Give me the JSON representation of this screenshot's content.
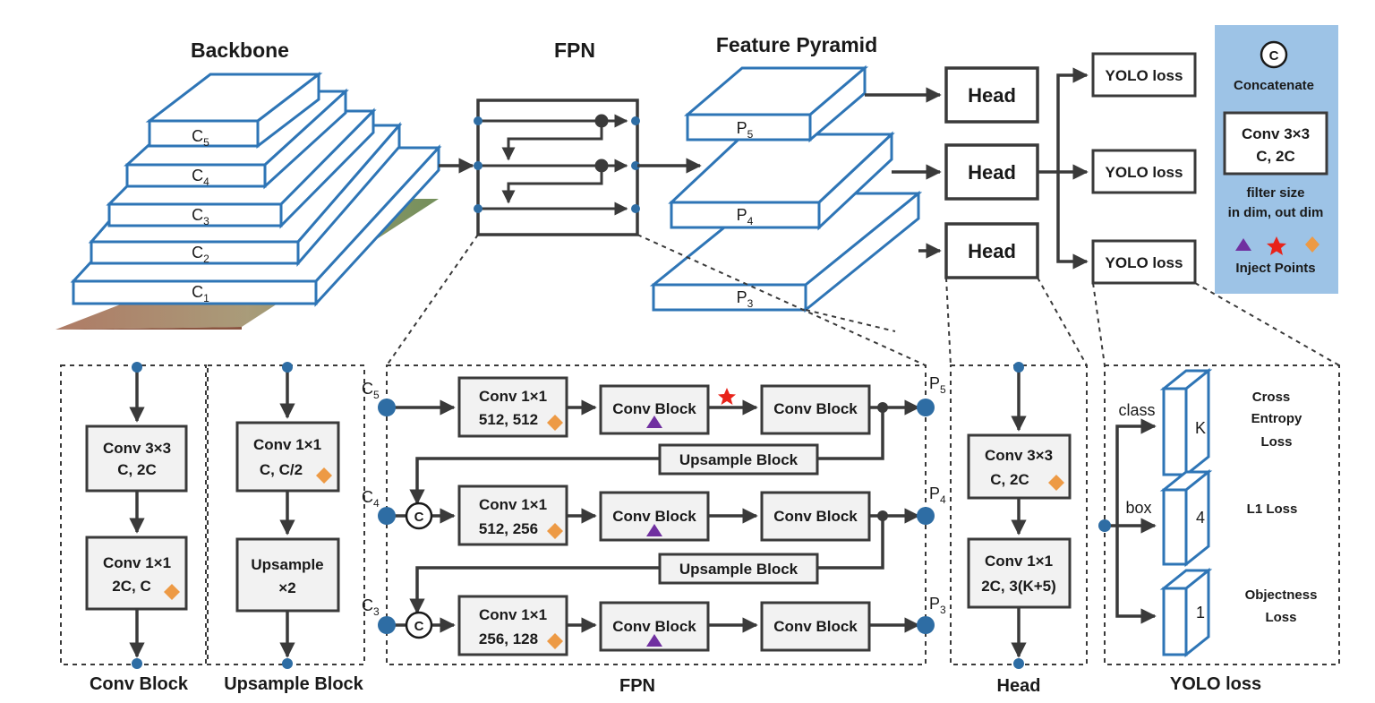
{
  "titles": {
    "backbone": "Backbone",
    "fpn": "FPN",
    "pyramid": "Feature Pyramid"
  },
  "backbone_levels": [
    "C",
    "C",
    "C",
    "C",
    "C"
  ],
  "backbone_subs": [
    "5",
    "4",
    "3",
    "2",
    "1"
  ],
  "pyramid_levels": [
    "P",
    "P",
    "P"
  ],
  "pyramid_subs": [
    "5",
    "4",
    "3"
  ],
  "heads": [
    "Head",
    "Head",
    "Head"
  ],
  "losses": [
    "YOLO loss",
    "YOLO loss",
    "YOLO loss"
  ],
  "legend": {
    "concat_symbol": "C",
    "concat_label": "Concatenate",
    "conv_line1": "Conv 3×3",
    "conv_line2": "C, 2C",
    "desc_line1": "filter size",
    "desc_line2": "in dim, out dim",
    "inject_label": "Inject Points",
    "bg_color": "#9dc3e6"
  },
  "conv_block_panel": {
    "b1_l1": "Conv 3×3",
    "b1_l2": "C, 2C",
    "b2_l1": "Conv 1×1",
    "b2_l2": "2C, C",
    "caption": "Conv Block"
  },
  "upsample_block_panel": {
    "b1_l1": "Conv 1×1",
    "b1_l2": "C, C/2",
    "b2_l1": "Upsample",
    "b2_l2": "×2",
    "caption": "Upsample Block"
  },
  "fpn_detail": {
    "inputs": [
      "C",
      "C",
      "C"
    ],
    "input_subs": [
      "5",
      "4",
      "3"
    ],
    "outputs": [
      "P",
      "P",
      "P"
    ],
    "output_subs": [
      "5",
      "4",
      "3"
    ],
    "concat_symbol": "C",
    "rows": [
      {
        "conv_l1": "Conv 1×1",
        "conv_l2": "512, 512",
        "block1": "Conv Block",
        "block2": "Conv Block"
      },
      {
        "conv_l1": "Conv 1×1",
        "conv_l2": "512, 256",
        "block1": "Conv Block",
        "block2": "Conv Block"
      },
      {
        "conv_l1": "Conv 1×1",
        "conv_l2": "256, 128",
        "block1": "Conv Block",
        "block2": "Conv Block"
      }
    ],
    "upsample_labels": [
      "Upsample Block",
      "Upsample Block"
    ],
    "caption": "FPN"
  },
  "head_panel": {
    "b1_l1": "Conv 3×3",
    "b1_l2": "C, 2C",
    "b2_l1": "Conv 1×1",
    "b2_l2": "2C, 3(K+5)",
    "caption": "Head"
  },
  "yolo_panel": {
    "class_label": "class",
    "box_label": "box",
    "slab_labels": [
      "K",
      "4",
      "1"
    ],
    "loss1_l1": "Cross",
    "loss1_l2": "Entropy",
    "loss1_l3": "Loss",
    "loss2_l1": "L1 Loss",
    "loss3_l1": "Objectness",
    "loss3_l2": "Loss",
    "caption": "YOLO loss"
  },
  "colors": {
    "slab_stroke": "#2e75b6",
    "line": "#3a3a3a",
    "node": "#2e6da4",
    "inject_triangle": "#7030a0",
    "inject_star": "#e8231a",
    "inject_diamond": "#ed9a45"
  }
}
